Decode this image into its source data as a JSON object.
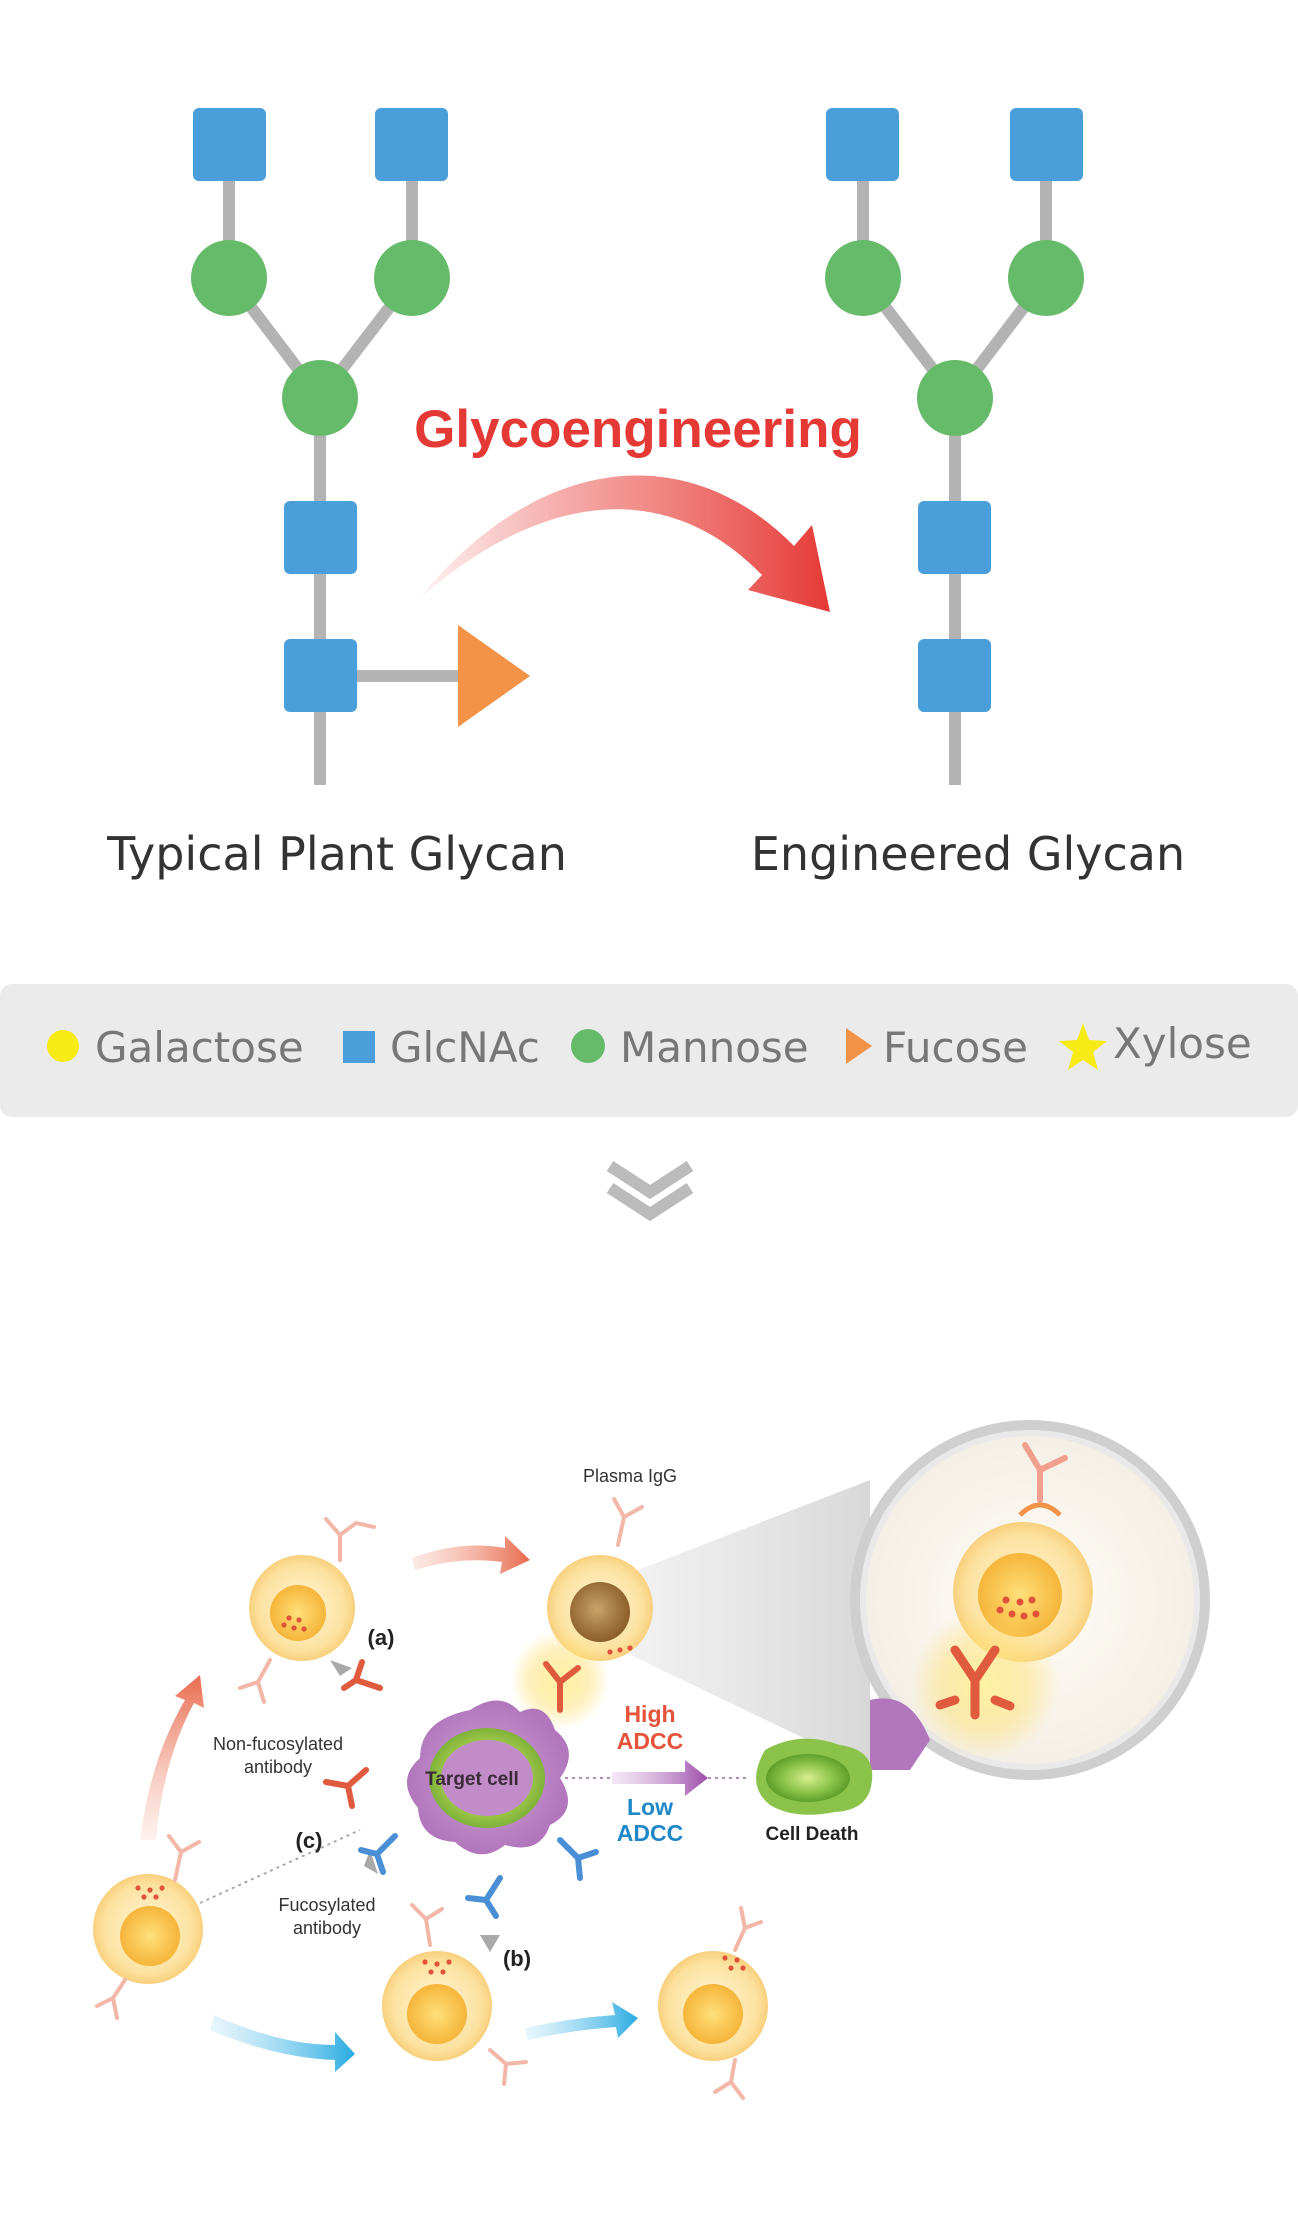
{
  "top": {
    "title": "Glycoengineering",
    "left_caption": "Typical Plant Glycan",
    "right_caption": "Engineered Glycan"
  },
  "legend": {
    "items": [
      {
        "name": "Galactose",
        "shape": "circle",
        "color": "#F6EB14"
      },
      {
        "name": "GlcNAc",
        "shape": "square",
        "color": "#4A9FDB"
      },
      {
        "name": "Mannose",
        "shape": "circle",
        "color": "#66BB6A"
      },
      {
        "name": "Fucose",
        "shape": "triangle",
        "color": "#F29348"
      },
      {
        "name": "Xylose",
        "shape": "star",
        "color": "#F6EB14"
      }
    ]
  },
  "colors": {
    "glcnac": "#4A9FDB",
    "mannose": "#66BB6A",
    "fucose": "#F29348",
    "connector": "#B3B3B3",
    "title_red": "#E53935",
    "legend_bg": "#EBEBEB",
    "legend_text": "#777777",
    "caption_text": "#333333"
  },
  "diagram": {
    "plasma_igg": "Plasma IgG",
    "label_a": "(a)",
    "label_b": "(b)",
    "label_c": "(c)",
    "non_fucosylated": [
      "Non-fucosylated",
      "antibody"
    ],
    "fucosylated": [
      "Fucosylated",
      "antibody"
    ],
    "target_cell": "Target cell",
    "high_adcc": [
      "High",
      "ADCC"
    ],
    "low_adcc": [
      "Low",
      "ADCC"
    ],
    "cell_death": "Cell Death"
  }
}
